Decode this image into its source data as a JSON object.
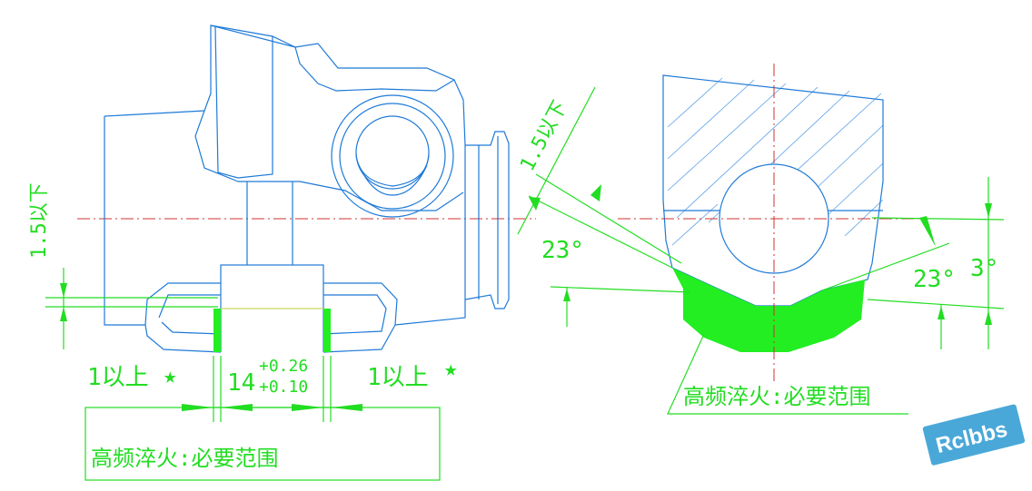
{
  "colors": {
    "outline": "#1f7ad8",
    "dimension": "#22dd22",
    "center_line": "#d03030",
    "hardened_fill": "#22ee22",
    "logo_bg": "#4aa8d8"
  },
  "left_view": {
    "side_dim": "1.5以下",
    "width_dim_main": "14",
    "tol_upper": "+0.26",
    "tol_lower": "+0.10",
    "edge_left": "1以上",
    "edge_right": "1以上",
    "star": "★",
    "note": "高频淬火:必要范围"
  },
  "right_view": {
    "depth_dim": "1.5以下",
    "angle_left": "23°",
    "angle_right": "23°",
    "angle_tol": "3°",
    "note": "高频淬火:必要范围"
  },
  "watermark": {
    "logo": "Rclbbs"
  }
}
